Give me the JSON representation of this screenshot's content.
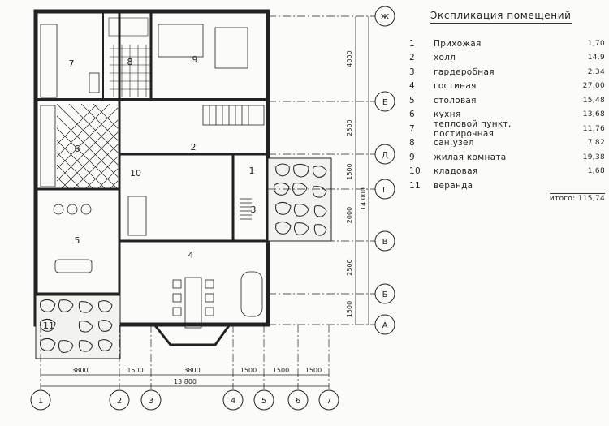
{
  "legend": {
    "title": "Экспликация помещений",
    "items": [
      {
        "num": "1",
        "name": "Прихожая",
        "area": "1,70"
      },
      {
        "num": "2",
        "name": "холл",
        "area": "14.9"
      },
      {
        "num": "3",
        "name": "гардеробная",
        "area": "2.34"
      },
      {
        "num": "4",
        "name": "гостиная",
        "area": "27,00"
      },
      {
        "num": "5",
        "name": "столовая",
        "area": "15,48"
      },
      {
        "num": "6",
        "name": "кухня",
        "area": "13,68"
      },
      {
        "num": "7",
        "name": "тепловой пункт, постирочная",
        "area": "11,76"
      },
      {
        "num": "8",
        "name": "сан.узел",
        "area": "7.82"
      },
      {
        "num": "9",
        "name": "жилая комната",
        "area": "19,38"
      },
      {
        "num": "10",
        "name": "кладовая",
        "area": "1,68"
      },
      {
        "num": "11",
        "name": "веранда",
        "area": ""
      }
    ],
    "total": "итого: 115,74"
  },
  "plan": {
    "rooms": [
      {
        "num": "7"
      },
      {
        "num": "8"
      },
      {
        "num": "9"
      },
      {
        "num": "6"
      },
      {
        "num": "10"
      },
      {
        "num": "2"
      },
      {
        "num": "1"
      },
      {
        "num": "3"
      },
      {
        "num": "5"
      },
      {
        "num": "4"
      },
      {
        "num": "11"
      }
    ],
    "axes_letters": [
      "Ж",
      "Е",
      "Д",
      "Г",
      "В",
      "Б",
      "А"
    ],
    "axes_numbers": [
      "1",
      "2",
      "3",
      "4",
      "5",
      "6",
      "7"
    ],
    "vertical_dims": [
      "4000",
      "2500",
      "1500",
      "2000",
      "2500",
      "1500"
    ],
    "vertical_total": "14 000",
    "horizontal_dims": [
      "3800",
      "1500",
      "3800",
      "1500",
      "1500",
      "1500"
    ],
    "horizontal_total": "13 800"
  }
}
